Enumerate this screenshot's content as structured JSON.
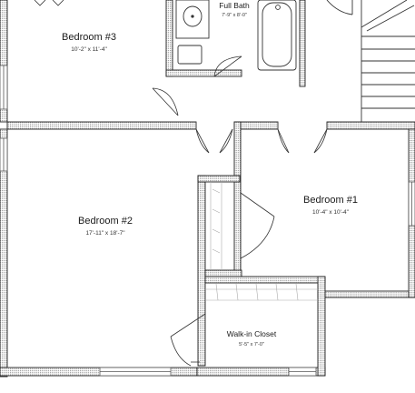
{
  "floorplan": {
    "rooms": {
      "bedroom3": {
        "name": "Bedroom #3",
        "dims": "10'-2\" x 11'-4\""
      },
      "full_bath": {
        "name": "Full Bath",
        "dims": "7'-9\" x 8'-0\""
      },
      "bedroom2": {
        "name": "Bedroom #2",
        "dims": "17'-11\" x 18'-7\""
      },
      "bedroom1": {
        "name": "Bedroom #1",
        "dims": "10'-4\" x 10'-4\""
      },
      "walkin_closet": {
        "name": "Walk-in Closet",
        "dims": "5'-5\" x 7'-0\""
      }
    }
  }
}
